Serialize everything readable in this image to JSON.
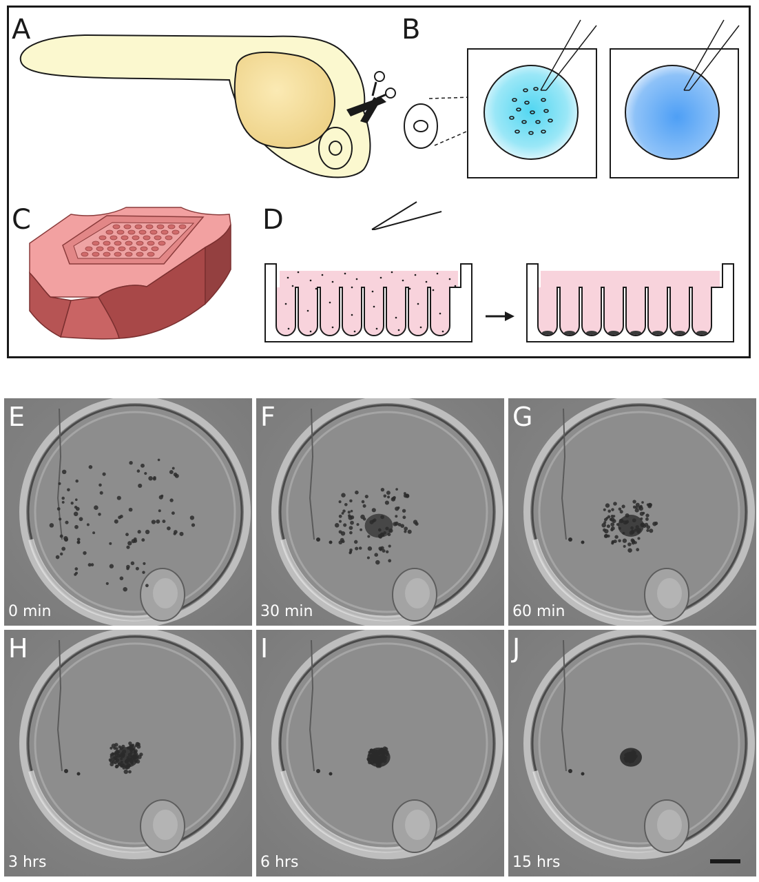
{
  "schematic_panels": {
    "A": "A",
    "B": "B",
    "C": "C",
    "D": "D"
  },
  "micrographs": [
    {
      "letter": "E",
      "time": "0 min",
      "aggregation": 0.0
    },
    {
      "letter": "F",
      "time": "30 min",
      "aggregation": 0.45
    },
    {
      "letter": "G",
      "time": "60 min",
      "aggregation": 0.65
    },
    {
      "letter": "H",
      "time": "3 hrs",
      "aggregation": 0.82
    },
    {
      "letter": "I",
      "time": "6 hrs",
      "aggregation": 0.92
    },
    {
      "letter": "J",
      "time": "15 hrs",
      "aggregation": 1.0
    }
  ],
  "colors": {
    "embryo": "#fbf8cf",
    "yolk": "#f3d98f",
    "dish_cyan": "#5fd8f2",
    "dish_blue": "#5aa8f5",
    "mold_top": "#f3a2a2",
    "mold_side": "#b55252",
    "medium_pink": "#f8d3dc"
  }
}
